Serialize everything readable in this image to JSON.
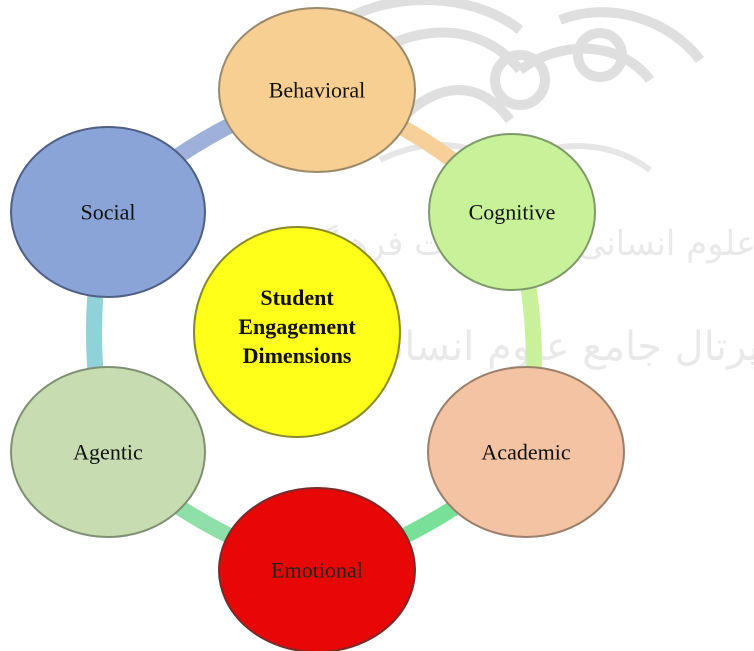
{
  "diagram": {
    "center": {
      "lines": [
        "Student",
        "Engagement",
        "Dimensions"
      ],
      "fill": "#ffff1a",
      "stroke": "#8a8a2a"
    },
    "nodes": [
      {
        "id": "behavioral",
        "label": "Behavioral",
        "fill": "#f8cf93",
        "stroke": "#9a8a6a"
      },
      {
        "id": "cognitive",
        "label": "Cognitive",
        "fill": "#c8f29a",
        "stroke": "#7e9a6a"
      },
      {
        "id": "academic",
        "label": "Academic",
        "fill": "#f3c3a3",
        "stroke": "#9a7f6a"
      },
      {
        "id": "emotional",
        "label": "Emotional",
        "fill": "#e80707",
        "stroke": "#7a2a2a"
      },
      {
        "id": "agentic",
        "label": "Agentic",
        "fill": "#c7ddb1",
        "stroke": "#7f8f73"
      },
      {
        "id": "social",
        "label": "Social",
        "fill": "#8aa4d7",
        "stroke": "#4f5f86"
      }
    ],
    "connectors": [
      {
        "from": "behavioral",
        "to": "cognitive",
        "color": "#f7cf98"
      },
      {
        "from": "cognitive",
        "to": "academic",
        "color": "#c9f09b"
      },
      {
        "from": "academic",
        "to": "emotional",
        "color": "#79e09a"
      },
      {
        "from": "emotional",
        "to": "agentic",
        "color": "#8fe0a8"
      },
      {
        "from": "agentic",
        "to": "social",
        "color": "#8fd2d8"
      },
      {
        "from": "social",
        "to": "behavioral",
        "color": "#9fb1da"
      }
    ],
    "watermark_text": [
      "پژوهشگاه علوم انسانی و مطالعات فرهنگی",
      "پرتال جامع علوم انسانی"
    ]
  }
}
